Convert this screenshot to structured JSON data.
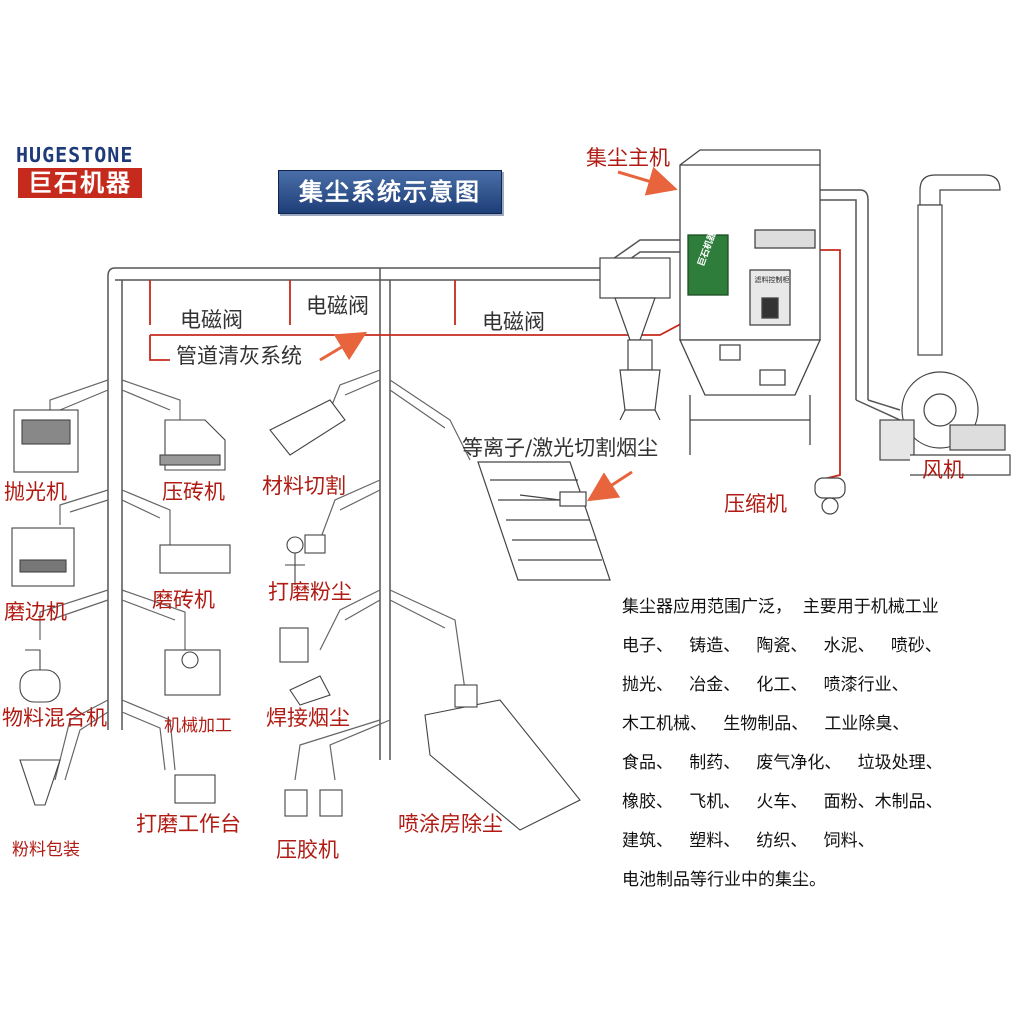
{
  "logo": {
    "en": "HUGESTONE",
    "cn": "巨石机器"
  },
  "title": "集尘系统示意图",
  "equipment_labels": {
    "host": "集尘主机",
    "valve_1": "电磁阀",
    "valve_2": "电磁阀",
    "valve_3": "电磁阀",
    "pipe_cleaning": "管道清灰系统",
    "plasma_laser": "等离子/激光切割烟尘",
    "compressor": "压缩机",
    "fan": "风机",
    "polishing": "抛光机",
    "brick_press": "压砖机",
    "material_cutting": "材料切割",
    "edge_grinding": "磨边机",
    "brick_grinding": "磨砖机",
    "grinding_dust": "打磨粉尘",
    "material_mixer": "物料混合机",
    "machining": "机械加工",
    "welding_smoke": "焊接烟尘",
    "powder_packing": "粉料包装",
    "grinding_bench": "打磨工作台",
    "glue_press": "压胶机",
    "spray_booth": "喷涂房除尘"
  },
  "panel_labels": {
    "host_brand": "巨石机器",
    "control_box": "滤料控制柜"
  },
  "info_text": [
    "集尘器应用范围广泛，  主要用于机械工业",
    "电子、   铸造、   陶瓷、   水泥、   喷砂、",
    "抛光、   冶金、   化工、   喷漆行业、",
    "木工机械、   生物制品、   工业除臭、",
    "食品、   制药、   废气净化、   垃圾处理、",
    "橡胶、   飞机、   火车、   面粉、木制品、",
    "建筑、   塑料、   纺织、   饲料、",
    "电池制品等行业中的集尘。"
  ],
  "colors": {
    "accent_red": "#c62a1c",
    "pipe": "#555555",
    "arrow": "#e8643c",
    "banner": "#2a4c8a"
  }
}
